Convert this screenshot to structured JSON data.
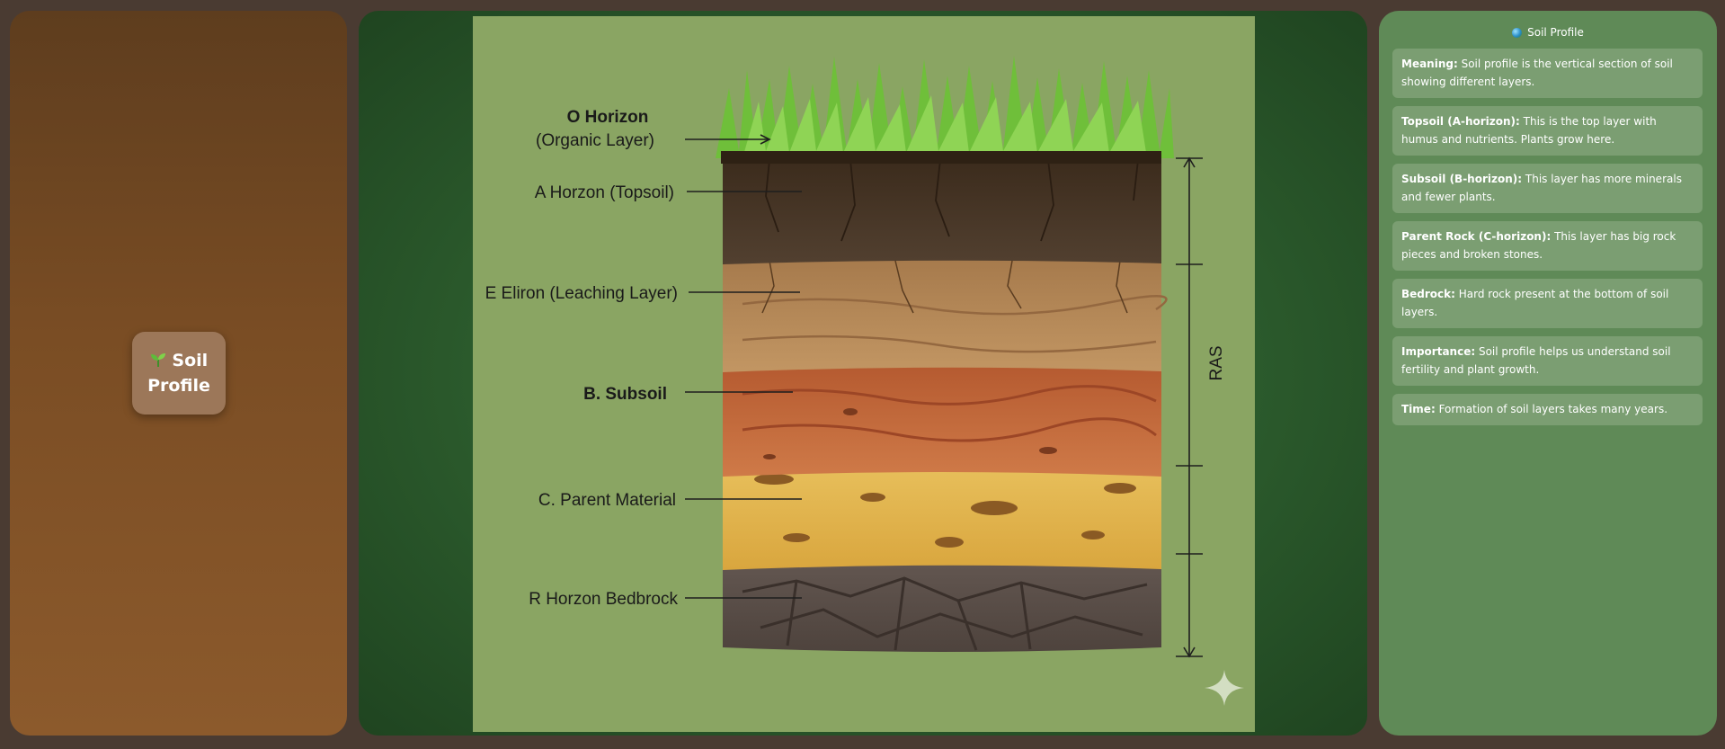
{
  "left": {
    "topic_icon": "seedling",
    "topic_line1": "Soil",
    "topic_line2": "Profile"
  },
  "diagram": {
    "labels": {
      "o_horizon": "O Horizon",
      "o_horizon_sub": "(Organic Layer)",
      "a_horizon": "A Horzon (Topsoil)",
      "e_horizon": "E Eliron (Leaching Layer)",
      "b_horizon": "B. Subsoil",
      "c_horizon": "C. Parent Material",
      "r_horizon": "R Horzon Bedbrock",
      "side_label": "RAS"
    },
    "colors": {
      "background": "#8aa563",
      "grass": "#6fbf3a",
      "organic": "#3b2a1c",
      "topsoil": "#4e3b29",
      "leaching": "#b88a5a",
      "subsoil": "#c2673a",
      "parent": "#e0b24e",
      "bedrock": "#5c5048"
    }
  },
  "right": {
    "title": "Soil Profile",
    "title_icon": "globe",
    "cards": [
      {
        "label": "Meaning:",
        "text": " Soil profile is the vertical section of soil showing different layers."
      },
      {
        "label": "Topsoil (A-horizon):",
        "text": " This is the top layer with humus and nutrients. Plants grow here."
      },
      {
        "label": "Subsoil (B-horizon):",
        "text": " This layer has more minerals and fewer plants."
      },
      {
        "label": "Parent Rock (C-horizon):",
        "text": " This layer has big rock pieces and broken stones."
      },
      {
        "label": "Bedrock:",
        "text": " Hard rock present at the bottom of soil layers."
      },
      {
        "label": "Importance:",
        "text": " Soil profile helps us understand soil fertility and plant growth."
      },
      {
        "label": "Time:",
        "text": " Formation of soil layers takes many years."
      }
    ]
  }
}
